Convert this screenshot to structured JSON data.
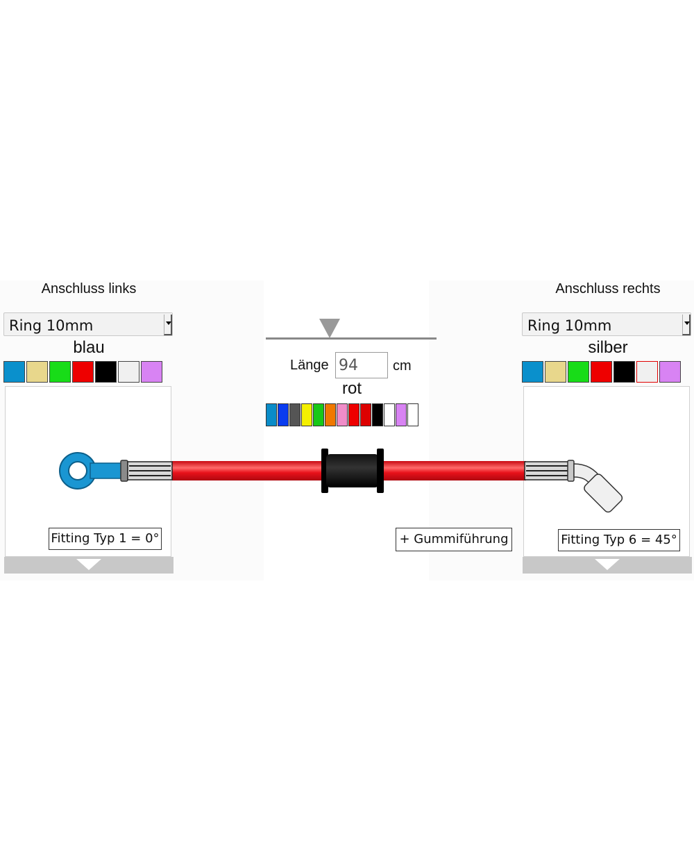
{
  "left": {
    "title": "Anschluss links",
    "select_value": "Ring 10mm",
    "color_label": "blau",
    "swatches": [
      "#0a90cc",
      "#e8d78c",
      "#18dc18",
      "#ee0000",
      "#000000",
      "#f0f0f0",
      "#d883f3"
    ],
    "fitting_label": "Fitting Typ 1 = 0°",
    "fitting_color": "#1a96d2"
  },
  "right": {
    "title": "Anschluss rechts",
    "select_value": "Ring 10mm",
    "color_label": "silber",
    "swatches": [
      "#0a90cc",
      "#e8d78c",
      "#18dc18",
      "#ee0000",
      "#000000",
      "#f0f0f0",
      "#d883f3"
    ],
    "fitting_label": "Fitting Typ 6 = 45°"
  },
  "hose": {
    "length_label": "Länge",
    "length_value": "94",
    "unit": "cm",
    "color_label": "rot",
    "swatches": [
      "#0a8cc8",
      "#0a3cf0",
      "#555555",
      "#f4f000",
      "#18c818",
      "#f07800",
      "#f08cc8",
      "#ee0000",
      "#dd0000",
      "#000000",
      "#ffffff",
      "#d883f3",
      "#ffffff"
    ],
    "hose_color": "#e8111a",
    "gummi_button": "+ Gummiführung"
  }
}
